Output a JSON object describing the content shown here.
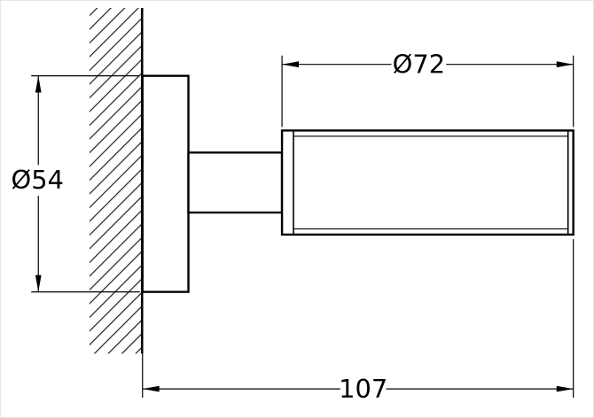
{
  "drawing": {
    "dimension_top_label": "Ø72",
    "dimension_left_label": "Ø54",
    "dimension_bottom_label": "107",
    "line_color": "#000000",
    "background_color": "#ffffff"
  }
}
